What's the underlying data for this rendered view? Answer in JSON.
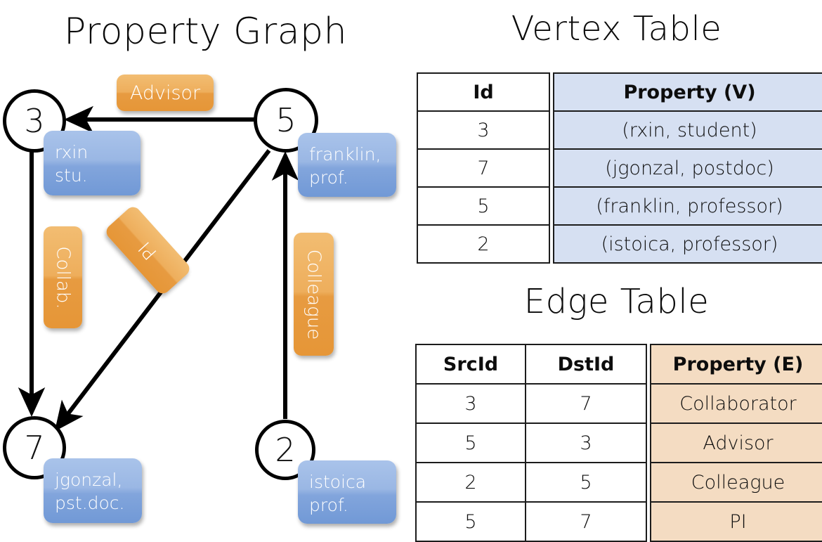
{
  "titles": {
    "property_graph": "Property Graph",
    "vertex_table": "Vertex Table",
    "edge_table": "Edge Table"
  },
  "colors": {
    "vertex_property_fill": "#d6e0f2",
    "edge_property_fill": "#f4dcc2",
    "node_box_blue": "#8fb0e0",
    "edge_chip_orange": "#eca94f",
    "stroke": "#000000",
    "background": "#ffffff"
  },
  "graph": {
    "nodes": [
      {
        "id": "3",
        "label": "3",
        "property_line1": "rxin",
        "property_line2": "stu."
      },
      {
        "id": "5",
        "label": "5",
        "property_line1": "franklin,",
        "property_line2": "prof."
      },
      {
        "id": "7",
        "label": "7",
        "property_line1": "jgonzal,",
        "property_line2": "pst.doc."
      },
      {
        "id": "2",
        "label": "2",
        "property_line1": "istoica",
        "property_line2": "prof."
      }
    ],
    "edge_labels": [
      {
        "key": "advisor",
        "text": "Advisor",
        "orientation": "horizontal"
      },
      {
        "key": "collab",
        "text": "Collab.",
        "orientation": "vertical"
      },
      {
        "key": "pi",
        "text": "PI",
        "orientation": "diagonal"
      },
      {
        "key": "colleague",
        "text": "Colleague",
        "orientation": "vertical"
      }
    ]
  },
  "vertex_table": {
    "title": "Vertex Table",
    "headers": [
      "Id",
      "Property (V)"
    ],
    "rows": [
      {
        "id": "3",
        "property": "(rxin, student)"
      },
      {
        "id": "7",
        "property": "(jgonzal, postdoc)"
      },
      {
        "id": "5",
        "property": "(franklin, professor)"
      },
      {
        "id": "2",
        "property": "(istoica, professor)"
      }
    ]
  },
  "edge_table": {
    "title": "Edge Table",
    "headers": [
      "SrcId",
      "DstId",
      "Property (E)"
    ],
    "rows": [
      {
        "src": "3",
        "dst": "7",
        "property": "Collaborator"
      },
      {
        "src": "5",
        "dst": "3",
        "property": "Advisor"
      },
      {
        "src": "2",
        "dst": "5",
        "property": "Colleague"
      },
      {
        "src": "5",
        "dst": "7",
        "property": "PI"
      }
    ]
  },
  "chart_data": {
    "type": "diagram",
    "title": "Property Graph",
    "nodes": [
      "3",
      "7",
      "5",
      "2"
    ],
    "edges": [
      {
        "src": "3",
        "dst": "7",
        "label": "Collab."
      },
      {
        "src": "5",
        "dst": "3",
        "label": "Advisor"
      },
      {
        "src": "2",
        "dst": "5",
        "label": "Colleague"
      },
      {
        "src": "5",
        "dst": "7",
        "label": "PI"
      }
    ]
  }
}
